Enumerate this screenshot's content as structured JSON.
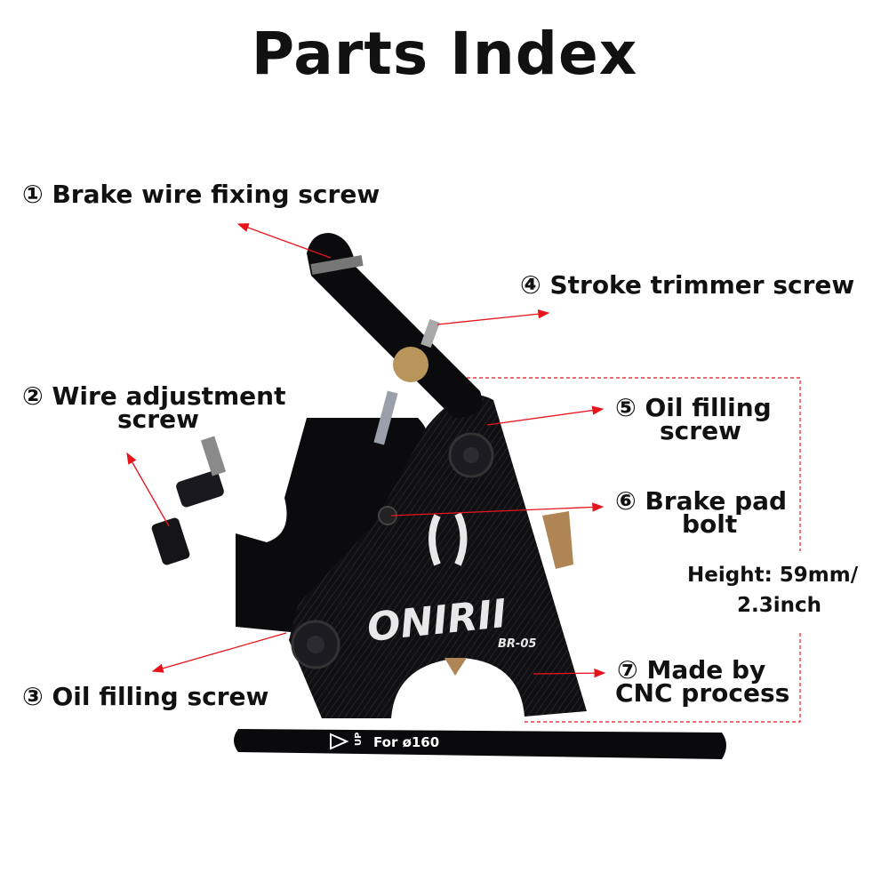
{
  "title": "Parts Index",
  "labels": {
    "p1": {
      "line1": "① Brake wire fixing screw"
    },
    "p2": {
      "line1": "② Wire adjustment",
      "line2": "screw"
    },
    "p3": {
      "line1": "③ Oil filling screw"
    },
    "p4": {
      "line1": "④ Stroke trimmer screw"
    },
    "p5": {
      "line1": "⑤ Oil filling",
      "line2": "screw"
    },
    "p6": {
      "line1": "⑥ Brake pad",
      "line2": "bolt"
    },
    "p7": {
      "line1": "⑦ Made by",
      "line2": "CNC process"
    }
  },
  "measurement": {
    "line1": "Height:  59mm/",
    "line2": "2.3inch"
  },
  "product": {
    "brand": "ONIRII",
    "model": "BR-05",
    "base_text": "For ø160",
    "up_text": "UP"
  },
  "colors": {
    "arrow": "#e8141b",
    "product": "#0c0c0e",
    "brass": "#b8955a",
    "pad": "#b08555"
  }
}
